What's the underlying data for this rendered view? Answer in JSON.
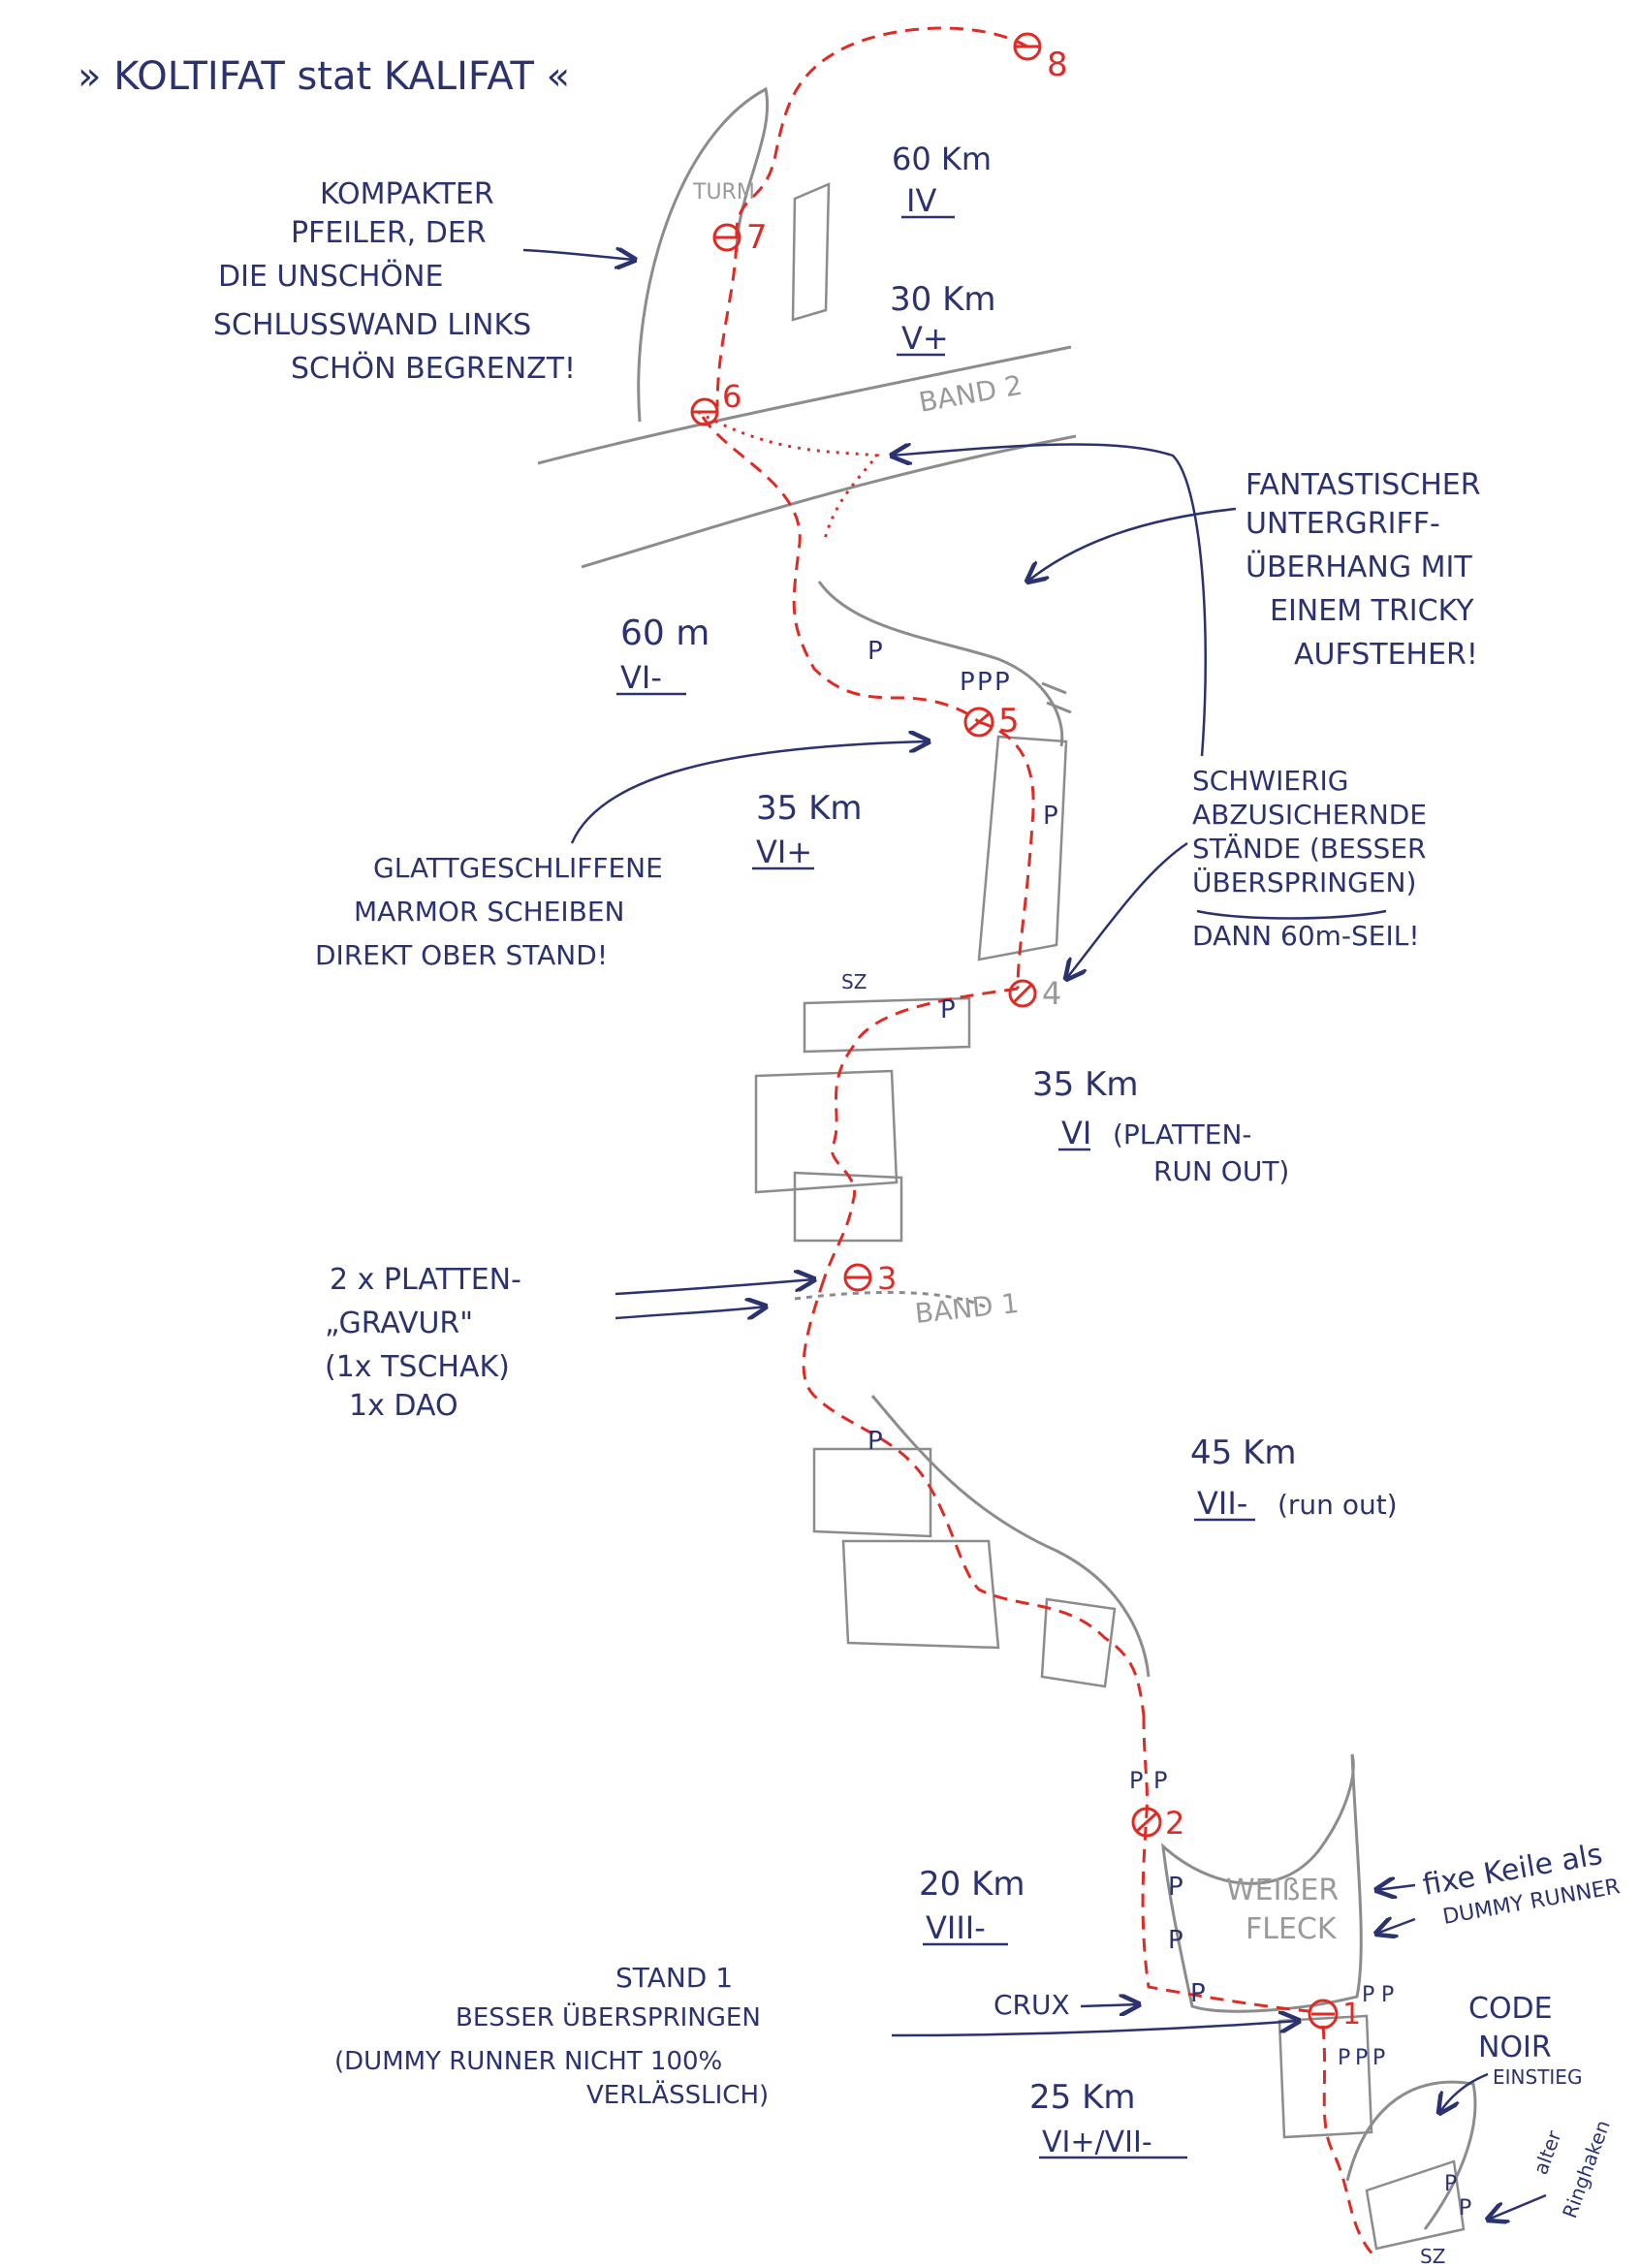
{
  "title": "» KOLTIFAT stat KALIFAT «",
  "annotations": {
    "pfeiler": [
      "KOMPAKTER",
      "PFEILER, DER",
      "DIE UNSCHÖNE",
      "SCHLUSSWAND LINKS",
      "SCHÖN BEGRENZT!"
    ],
    "untergriff": [
      "FANTASTISCHER",
      "UNTERGRIFF-",
      "ÜBERHANG MIT",
      "EINEM TRICKY",
      "AUFSTEHER!"
    ],
    "marmor": [
      "GLATTGESCHLIFFENE",
      "MARMOR SCHEIBEN",
      "DIREKT OBER STAND!"
    ],
    "staende": [
      "SCHWIERIG",
      "ABZUSICHERNDE",
      "STÄNDE (BESSER",
      "ÜBERSPRINGEN)",
      "DANN 60m-SEIL!"
    ],
    "gravur": [
      "2 x PLATTEN-",
      "„GRAVUR\"",
      "(1x TSCHAK)",
      "1x DAO"
    ],
    "keile": [
      "fixe Keile als",
      "DUMMY RUNNER"
    ],
    "stand1": [
      "STAND 1",
      "BESSER ÜBERSPRINGEN",
      "(DUMMY RUNNER NICHT 100%",
      "VERLÄSSLICH)"
    ],
    "code_noir": [
      "CODE",
      "NOIR",
      "EINSTIEG"
    ],
    "ringhaken": [
      "alter",
      "Ringhaken"
    ],
    "crux": "CRUX"
  },
  "pitches": [
    {
      "length": "60 Km",
      "grade": "IV"
    },
    {
      "length": "30 Km",
      "grade": "V+"
    },
    {
      "length": "60 m",
      "grade": "VI-"
    },
    {
      "length": "35 Km",
      "grade": "VI+"
    },
    {
      "length": "35 Km",
      "grade": "VI",
      "note": [
        "(PLATTEN-",
        "RUN OUT)"
      ]
    },
    {
      "length": "45 Km",
      "grade": "VII-",
      "note": [
        "(run out)"
      ]
    },
    {
      "length": "20 Km",
      "grade": "VIII-"
    },
    {
      "length": "25 Km",
      "grade": "VI+/VII-"
    }
  ],
  "features": {
    "band2": "BAND 2",
    "band1": "BAND 1",
    "turm": "TURM",
    "weisser_fleck": [
      "WEIßER",
      "FLECK"
    ],
    "sz": "SZ"
  },
  "belays": [
    "1",
    "2",
    "3",
    "4",
    "5",
    "6",
    "7",
    "8"
  ],
  "piton": "P",
  "colors": {
    "ink": "#2b3270",
    "route": "#e02a24",
    "rock": "#8c8c8c"
  }
}
